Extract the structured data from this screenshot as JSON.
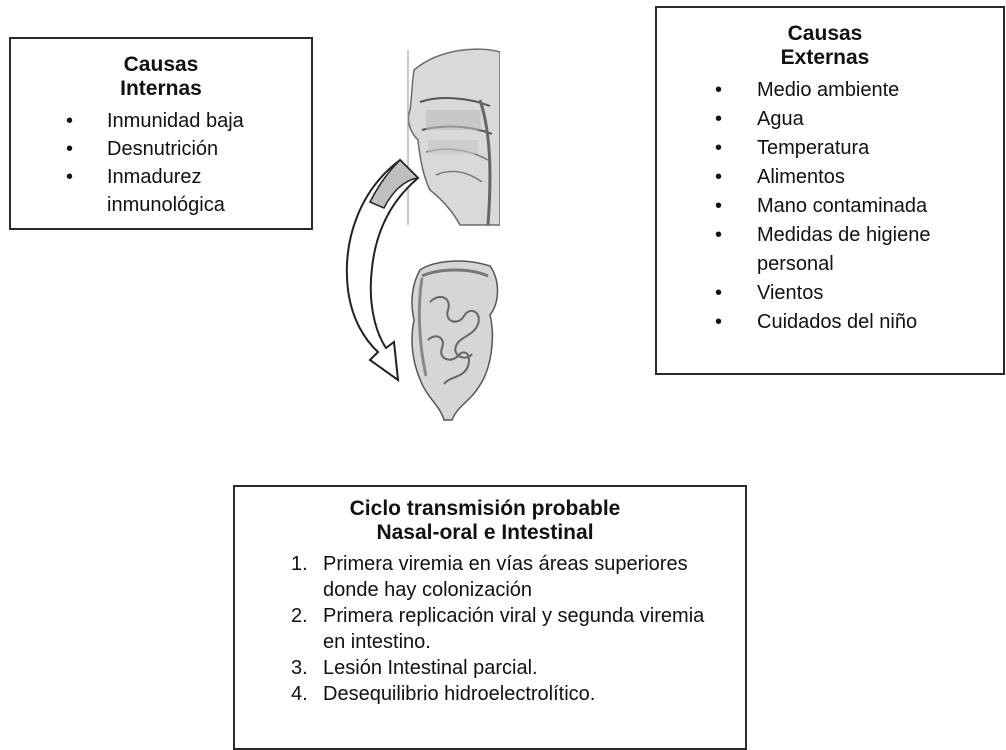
{
  "internal_causes": {
    "title_lines": [
      "Causas",
      "Internas"
    ],
    "items": [
      "Inmunidad baja",
      "Desnutrición",
      "Inmadurez inmunológica"
    ]
  },
  "external_causes": {
    "title_lines": [
      "Causas",
      "Externas"
    ],
    "items": [
      "Medio ambiente",
      "Agua",
      "Temperatura",
      "Alimentos",
      "Mano contaminada",
      "Medidas de higiene personal",
      "Vientos",
      "Cuidados del niño"
    ]
  },
  "transmission_cycle": {
    "title_lines": [
      "Ciclo transmisión probable",
      "Nasal-oral e Intestinal"
    ],
    "steps": [
      {
        "num": "1.",
        "text": "Primera viremia en vías áreas superiores donde hay colonización"
      },
      {
        "num": "2.",
        "text": "Primera replicación viral  y segunda viremia en intestino."
      },
      {
        "num": "3.",
        "text": "Lesión Intestinal parcial."
      },
      {
        "num": "4.",
        "text": "Desequilibrio hidroelectrolítico."
      }
    ]
  },
  "illustrations": {
    "head_icon": "head-cross-section-illustration",
    "arrow_icon": "curved-down-arrow-icon",
    "intestine_icon": "intestine-illustration"
  }
}
